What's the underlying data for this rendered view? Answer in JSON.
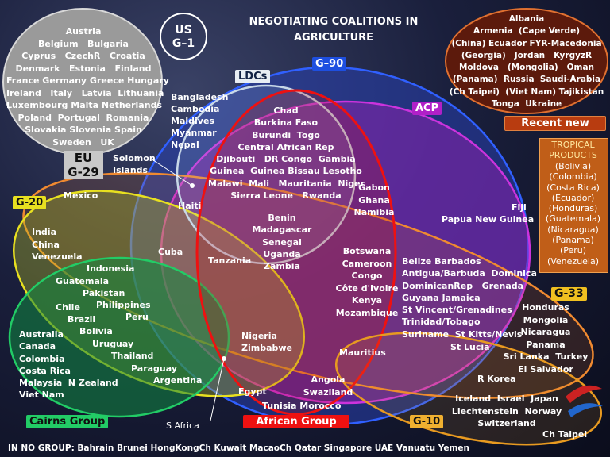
{
  "title": "NEGOTIATING COALITIONS IN\nAGRICULTURE",
  "colors": {
    "background": "#1a1f3c",
    "eu_bubble": "#9a9a9a",
    "recent_bubble": "#5c1a0c",
    "g90": "#1e4fe0",
    "acp": "#b020c8",
    "ldcs": "#c8d8e8",
    "african": "#ee1111",
    "g20": "#e8e020",
    "cairns": "#22cc66",
    "g33": "#e87020",
    "g10": "#e89a20"
  },
  "eu": {
    "members": "Austria\nBelgium   Bulgaria\nCyprus   CzechR   Croatia\nDenmark   Estonia   Finland\nFrance Germany Greece Hungary\nIreland   Italy   Latvia  Lithuania\nLuxembourg Malta Netherlands\nPoland  Portugal  Romania\nSlovakia Slovenia Spain\nSweden   UK",
    "label_top": "EU",
    "label_bottom": "G-29"
  },
  "us": {
    "line1": "US",
    "line2": "G–1"
  },
  "recent": {
    "members": "Albania\nArmenia  (Cape Verde)\n(China) Ecuador FYR-Macedonia\n(Georgia)   Jordan   KyrgyzR\nMoldova   (Mongolia)   Oman\n(Panama)  Russia  Saudi-Arabia\n(Ch Taipei)  (Viet Nam) Tajikistan\nTonga  Ukraine",
    "label": "Recent new"
  },
  "tropical": {
    "title": "TROPICAL\nPRODUCTS",
    "members": "(Bolivia)\n(Colombia)\n(Costa Rica)\n(Ecuador)\n(Honduras)\n(Guatemala)\n(Nicaragua)\n(Panama)\n(Peru)\n(Venezuela)"
  },
  "groups": {
    "g90": "G–90",
    "ldcs": "LDCs",
    "acp": "ACP",
    "g20": "G-20",
    "g33": "G-33",
    "cairns": "Cairns Group",
    "african": "African Group",
    "g10": "G-10"
  },
  "countries": {
    "bangladesh_block": "Bangladesh\nCambodia\nMaldives\nMyanmar\nNepal",
    "chad_block": "Chad\nBurkina Faso\nBurundi  Togo\nCentral African Rep\nDjibouti   DR Congo  Gambia\nGuinea  Guinea Bissau Lesotho\nMalawi  Mali   Mauritania  Niger\nSierra Leone   Rwanda",
    "solomon": "Solomon\nIslands",
    "haiti": "Haiti",
    "gabon_block": "Gabon\nGhana\nNamibia",
    "fiji": "Fiji",
    "png": "Papua New Guinea",
    "benin_block": "Benin\nMadagascar\nSenegal\nUganda\nZambia",
    "mexico": "Mexico",
    "india_block": "India\nChina\nVenezuela",
    "cuba": "Cuba",
    "tanzania": "Tanzania",
    "botswana_block": "Botswana\nCameroon\nCongo\nCôte d'Ivoire\nKenya\nMozambique",
    "caribbean_block": "Belize Barbados\nAntigua/Barbuda  Dominica\nDominicanRep   Grenada\nGuyana Jamaica\nSt Vincent/Grenadines\nTrinidad/Tobago\nSuriname  St Kitts/Nevis",
    "st_lucia": "St Lucia",
    "indonesia": "Indonesia",
    "guatemala": "Guatemala",
    "pakistan": "Pakistan",
    "philippines": "Philippines",
    "chile": "Chile",
    "peru": "Peru",
    "brazil": "Brazil",
    "bolivia": "Bolivia",
    "uruguay": "Uruguay",
    "thailand": "Thailand",
    "paraguay": "Paraguay",
    "argentina": "Argentina",
    "australia_block": "Australia\nCanada\nColombia\nCosta Rica\nMalaysia  N Zealand\nViet Nam",
    "nigeria_block": "Nigeria\nZimbabwe",
    "mauritius": "Mauritius",
    "g33_block": "Honduras\nMongolia\nNicaragua\nPanama\nSri Lanka  Turkey\nEl Salvador",
    "r_korea": "R Korea",
    "angola_block": "Angola\nSwaziland",
    "egypt": "Egypt",
    "tunisia_morocco": "Tunisia  Morocco",
    "g10_block": "Iceland  Israel  Japan\nLiechtenstein  Norway\nSwitzerland",
    "ch_taipei": "Ch Taipei",
    "s_africa": "S Africa"
  },
  "no_group": "IN NO GROUP: Bahrain  Brunei HongKongCh Kuwait MacaoCh Qatar Singapore UAE Vanuatu Yemen"
}
